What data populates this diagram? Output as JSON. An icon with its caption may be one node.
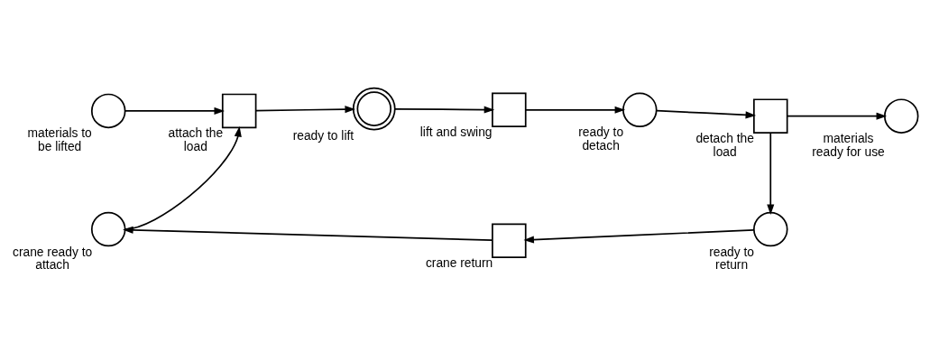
{
  "diagram": {
    "nodes": [
      {
        "text": [
          "materials to be lifted"
        ]
      },
      {
        "text": [
          "attach the load"
        ]
      },
      {
        "text": [
          "ready to lift"
        ]
      },
      {
        "text": [
          "lift and swing"
        ]
      },
      {
        "text": [
          "ready to detach"
        ]
      },
      {
        "text": [
          "detach the load"
        ]
      },
      {
        "text": [
          "materials ready for use"
        ]
      },
      {
        "text": [
          "crane ready to attach"
        ]
      },
      {
        "text": [
          "crane return"
        ]
      },
      {
        "text": [
          "ready to return"
        ]
      }
    ],
    "edges": [
      {
        "from": 0,
        "to": 1,
        "arrow": "to"
      },
      {
        "from": 7,
        "to": 1,
        "arrow": "to"
      },
      {
        "from": 1,
        "to": 2,
        "arrow": "to"
      },
      {
        "from": 2,
        "to": 3,
        "arrow": "to"
      },
      {
        "from": 3,
        "to": 4,
        "arrow": "to"
      },
      {
        "from": 4,
        "to": 5,
        "arrow": "to"
      },
      {
        "from": 5,
        "to": 6,
        "arrow": "to"
      },
      {
        "from": 5,
        "to": 9,
        "arrow": "to"
      },
      {
        "from": 9,
        "to": 8,
        "arrow": "to"
      },
      {
        "from": 8,
        "to": 7,
        "arrow": "to"
      }
    ]
  }
}
